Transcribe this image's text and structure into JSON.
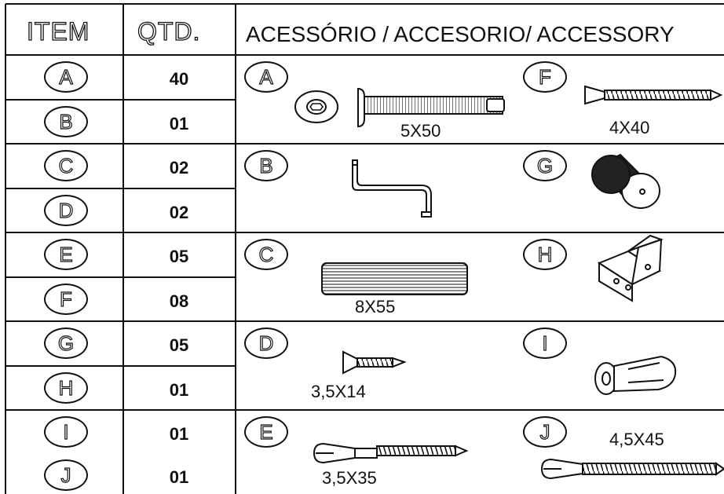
{
  "header": {
    "item": "ITEM",
    "qty": "QTD.",
    "accessory": "ACESSÓRIO / ACCESORIO/ ACCESSORY"
  },
  "rows": [
    {
      "item": "A",
      "qty": "40"
    },
    {
      "item": "B",
      "qty": "01"
    },
    {
      "item": "C",
      "qty": "02"
    },
    {
      "item": "D",
      "qty": "02"
    },
    {
      "item": "E",
      "qty": "05"
    },
    {
      "item": "F",
      "qty": "08"
    },
    {
      "item": "G",
      "qty": "05"
    },
    {
      "item": "H",
      "qty": "01"
    },
    {
      "item": "I",
      "qty": "01"
    },
    {
      "item": "J",
      "qty": "01"
    }
  ],
  "accessories": {
    "A": {
      "letter": "A",
      "size": "5X50"
    },
    "B": {
      "letter": "B"
    },
    "C": {
      "letter": "C",
      "size": "8X55"
    },
    "D": {
      "letter": "D",
      "size": "3,5X14"
    },
    "E": {
      "letter": "E",
      "size": "3,5X35"
    },
    "F": {
      "letter": "F",
      "size": "4X40"
    },
    "G": {
      "letter": "G"
    },
    "H": {
      "letter": "H"
    },
    "I": {
      "letter": "I"
    },
    "J": {
      "letter": "J",
      "size": "4,5X45"
    }
  }
}
